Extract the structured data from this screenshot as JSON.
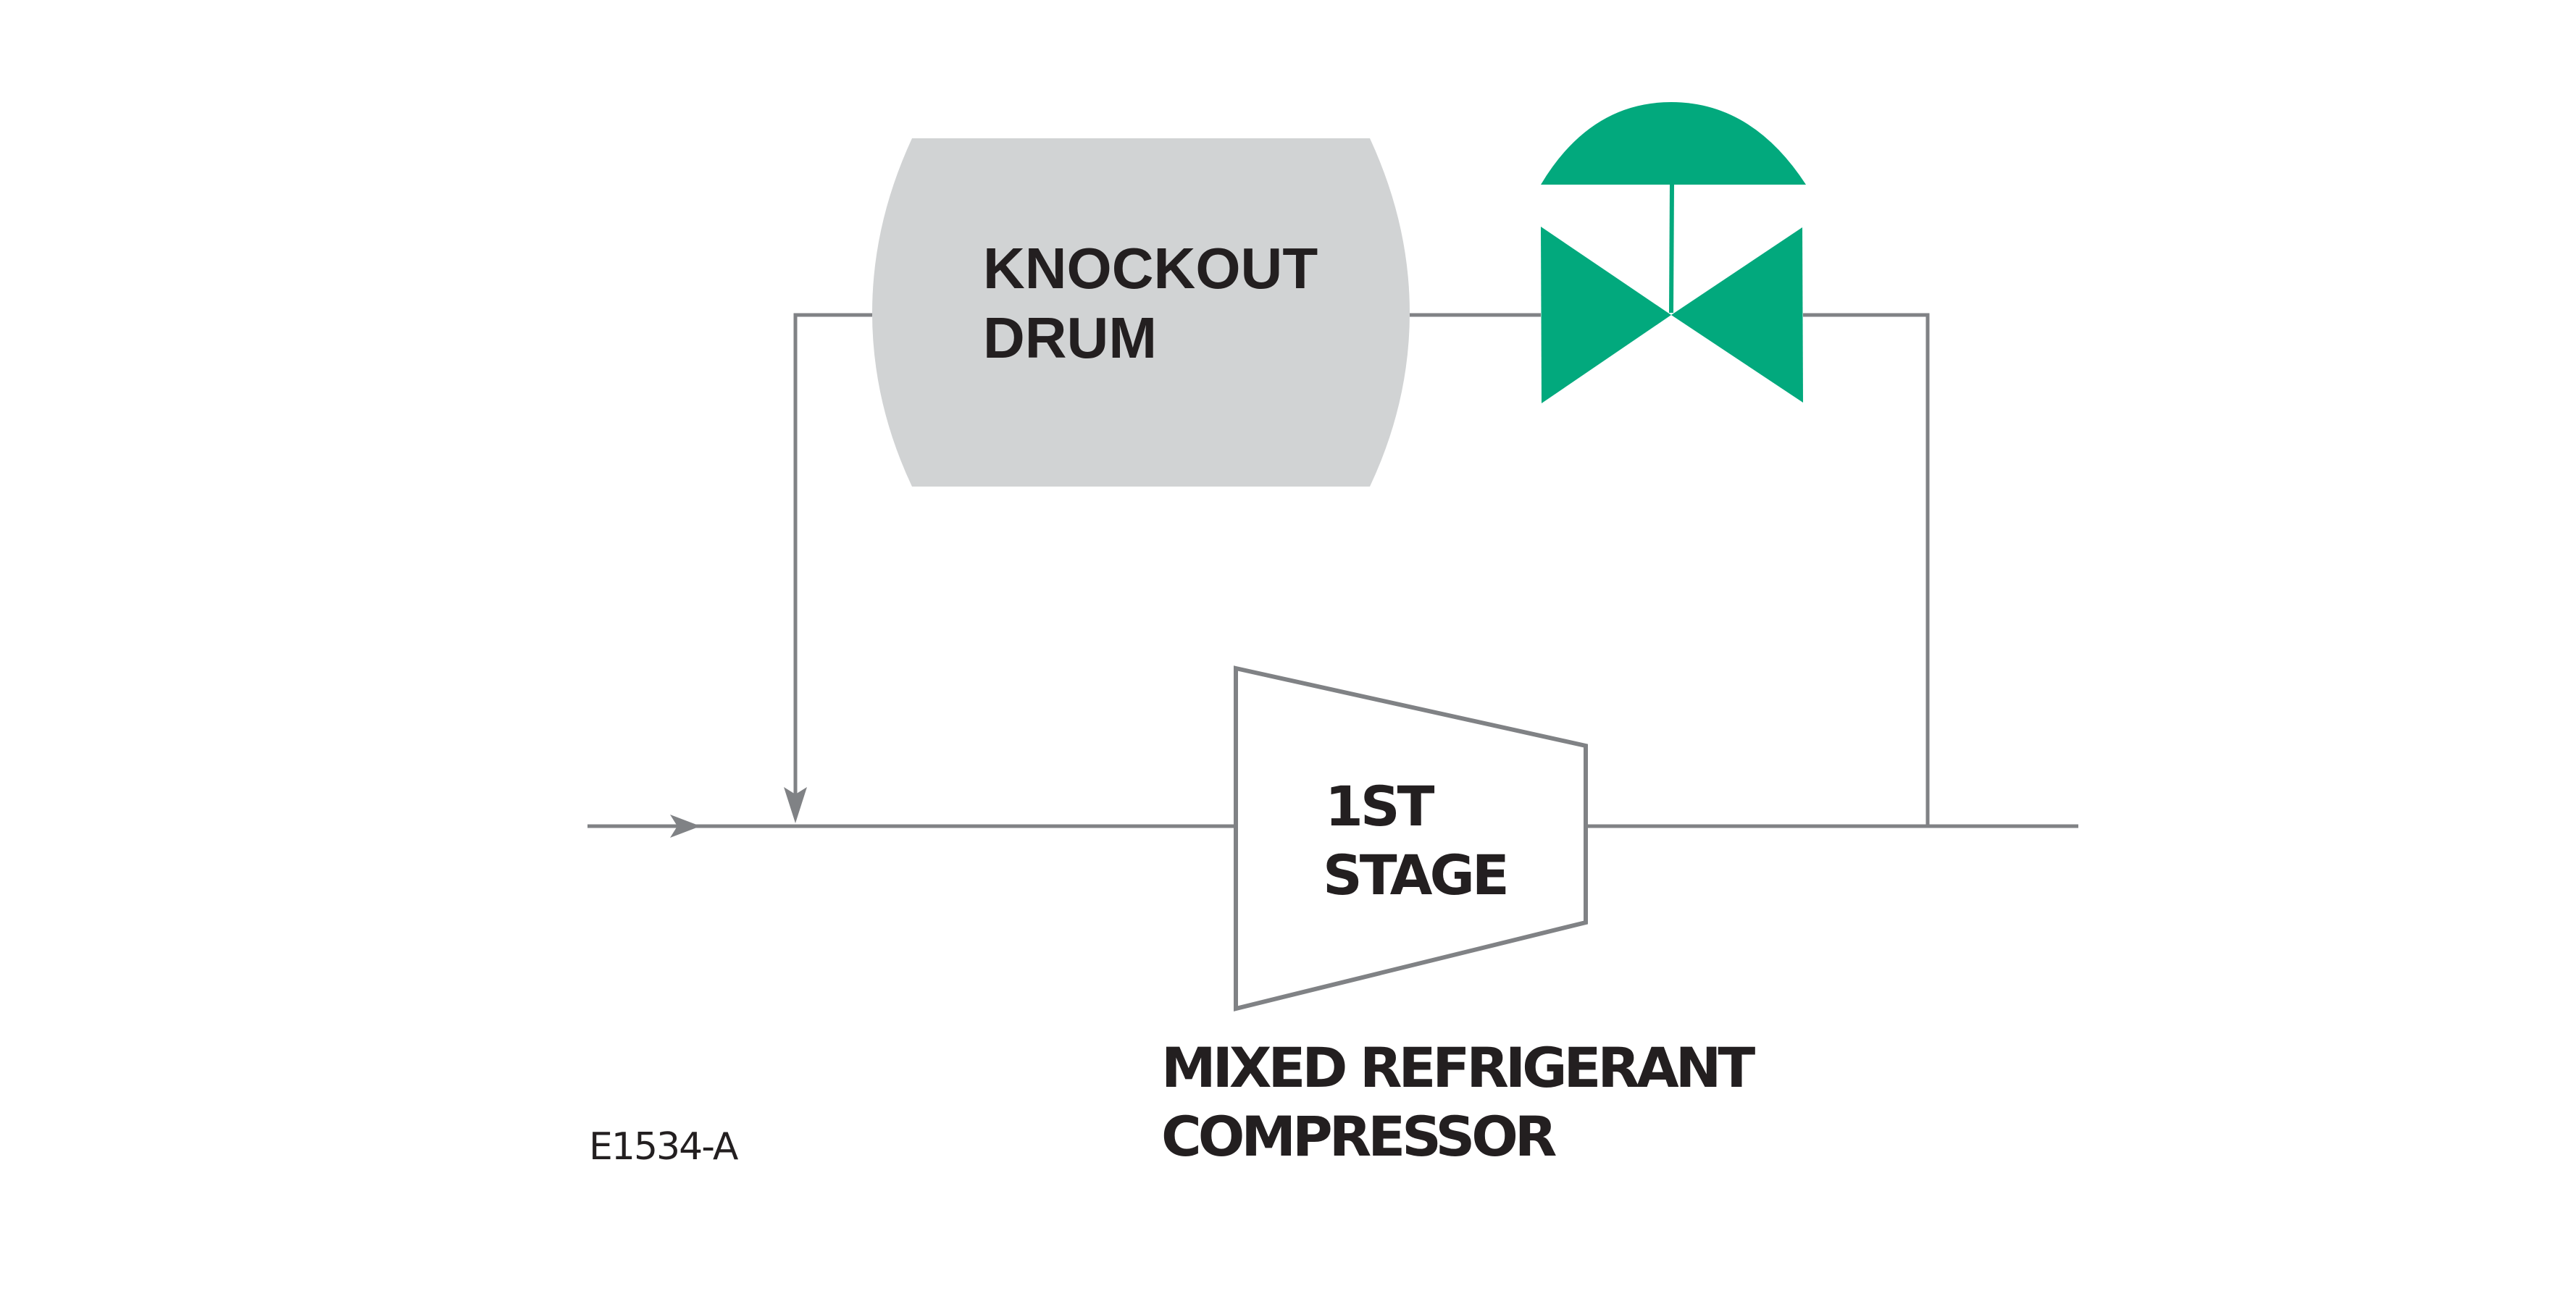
{
  "diagram": {
    "title": "Mixed refrigerant compressor anti-surge loop",
    "knockout_drum": {
      "label_line1": "KNOCKOUT",
      "label_line2": "DRUM",
      "fill_color": "#D1D3D4"
    },
    "control_valve": {
      "type": "pneumatic diaphragm actuated control valve",
      "color": "#02A97D"
    },
    "compressor": {
      "stage_line1": "1ST",
      "stage_line2": "STAGE",
      "caption_line1": "MIXED REFRIGERANT",
      "caption_line2": "COMPRESSOR"
    },
    "figure_id": "E1534-A",
    "pipe_color": "#808285",
    "text_color": "#231F20",
    "flows": [
      {
        "from": "inlet",
        "to": "compressor-1st-stage",
        "direction": "right"
      },
      {
        "from": "compressor-1st-stage",
        "to": "outlet",
        "direction": "right"
      },
      {
        "from": "compressor-discharge",
        "to": "control-valve",
        "direction": "recycle"
      },
      {
        "from": "control-valve",
        "to": "knockout-drum",
        "direction": "left"
      },
      {
        "from": "knockout-drum",
        "to": "compressor-suction",
        "direction": "down"
      }
    ]
  }
}
